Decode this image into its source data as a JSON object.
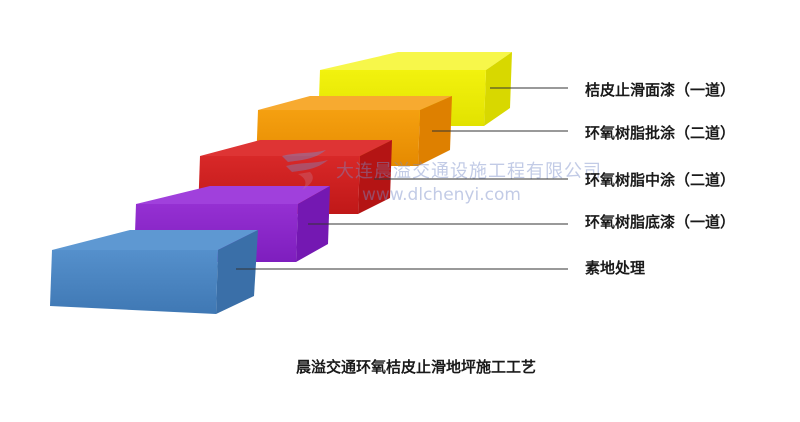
{
  "layers": [
    {
      "label": "桔皮止滑面漆（一道）",
      "color": "#EEEE00"
    },
    {
      "label": "环氧树脂批涂（二道）",
      "color": "#F09000"
    },
    {
      "label": "环氧树脂中涂（二道）",
      "color": "#CC1E1E"
    },
    {
      "label": "环氧树脂底漆（一道）",
      "color": "#8A26C8"
    },
    {
      "label": "素地处理",
      "color": "#4A86C0"
    }
  ],
  "watermark": {
    "company": "大连晨溢交通设施工程有限公司",
    "url": "www.dlchenyi.com"
  },
  "caption": "晨溢交通环氧桔皮止滑地坪施工工艺"
}
